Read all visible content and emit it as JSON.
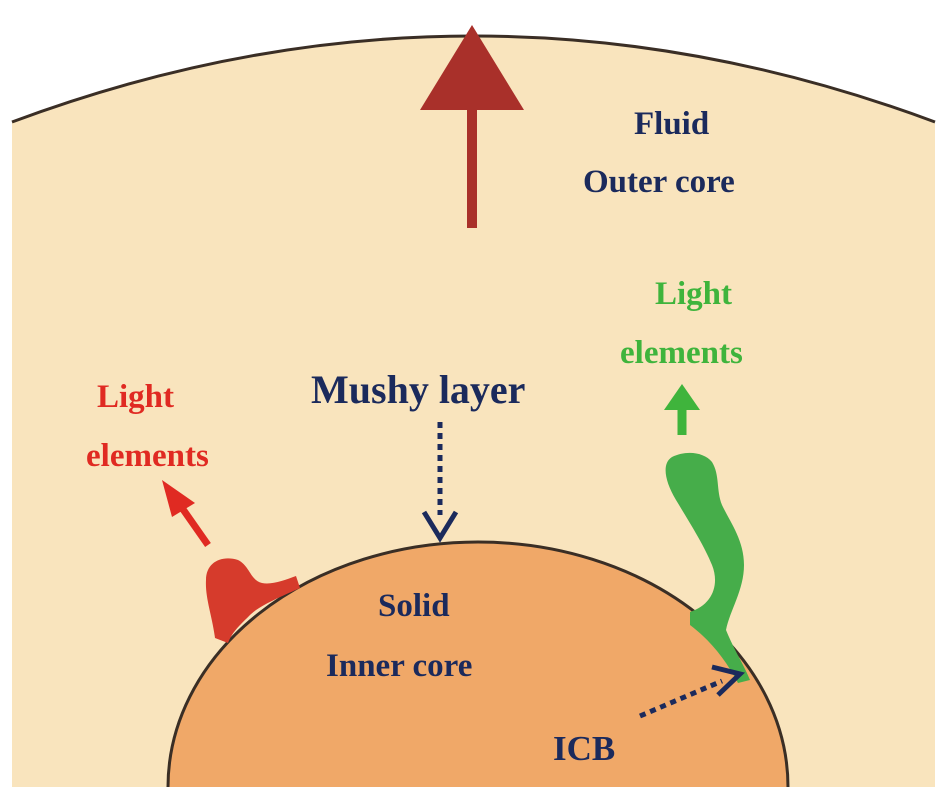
{
  "labels": {
    "fluid": "Fluid",
    "outer_core": "Outer core",
    "light_elements_green_1": "Light",
    "light_elements_green_2": "elements",
    "light_elements_red_1": "Light",
    "light_elements_red_2": "elements",
    "mushy_layer": "Mushy layer",
    "solid": "Solid",
    "inner_core": "Inner core",
    "icb": "ICB"
  },
  "colors": {
    "outer_core_fill": "#f9e4bd",
    "inner_core_fill": "#f0a868",
    "boundary_stroke": "#3a2e25",
    "upward_arrow": "#a9302a",
    "red_plume": "#d63b2c",
    "green_plume": "#46ad4a",
    "navy_text": "#1b2a5c"
  }
}
